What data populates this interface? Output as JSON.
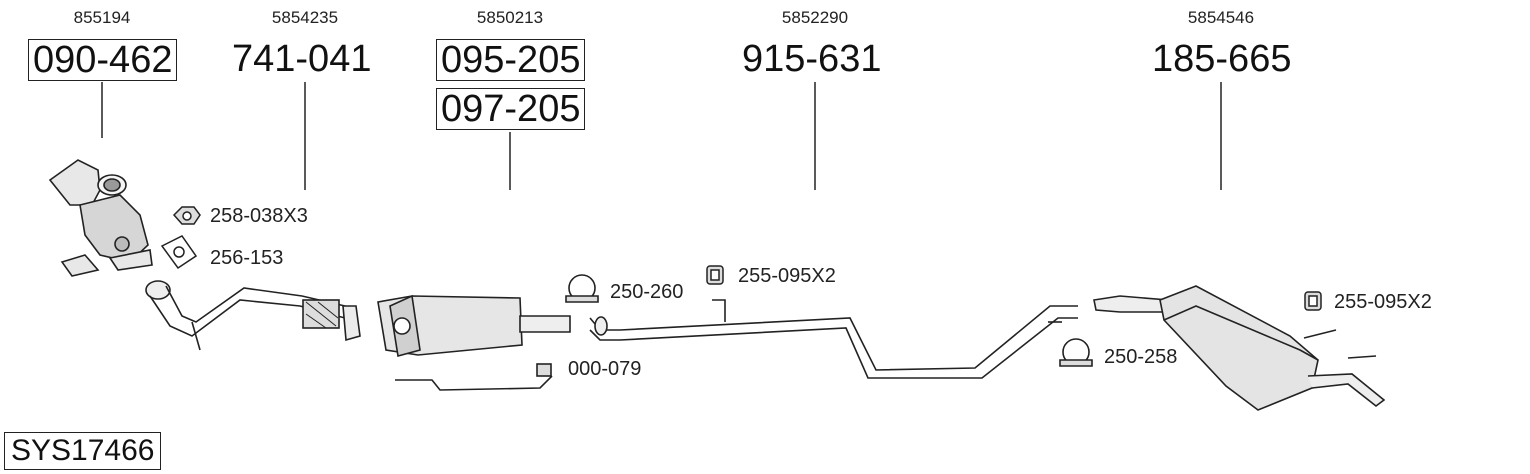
{
  "system_code": "SYS17466",
  "parts": [
    {
      "oem": "855194",
      "part": "090-462",
      "boxed": true,
      "name": "catalytic-converter"
    },
    {
      "oem": "5854235",
      "part": "741-041",
      "boxed": false,
      "name": "front-pipe"
    },
    {
      "oem": "5850213",
      "part": "095-205",
      "part2": "097-205",
      "boxed": true,
      "name": "particulate-filter"
    },
    {
      "oem": "5852290",
      "part": "915-631",
      "boxed": false,
      "name": "middle-pipe"
    },
    {
      "oem": "5854546",
      "part": "185-665",
      "boxed": false,
      "name": "rear-silencer"
    }
  ],
  "accessories": {
    "nut": "258-038X3",
    "gasket": "256-153",
    "clamp_front": "250-260",
    "rubber_mount_mid": "255-095X2",
    "sensor": "000-079",
    "clamp_rear": "250-258",
    "rubber_mount_rear": "255-095X2"
  }
}
